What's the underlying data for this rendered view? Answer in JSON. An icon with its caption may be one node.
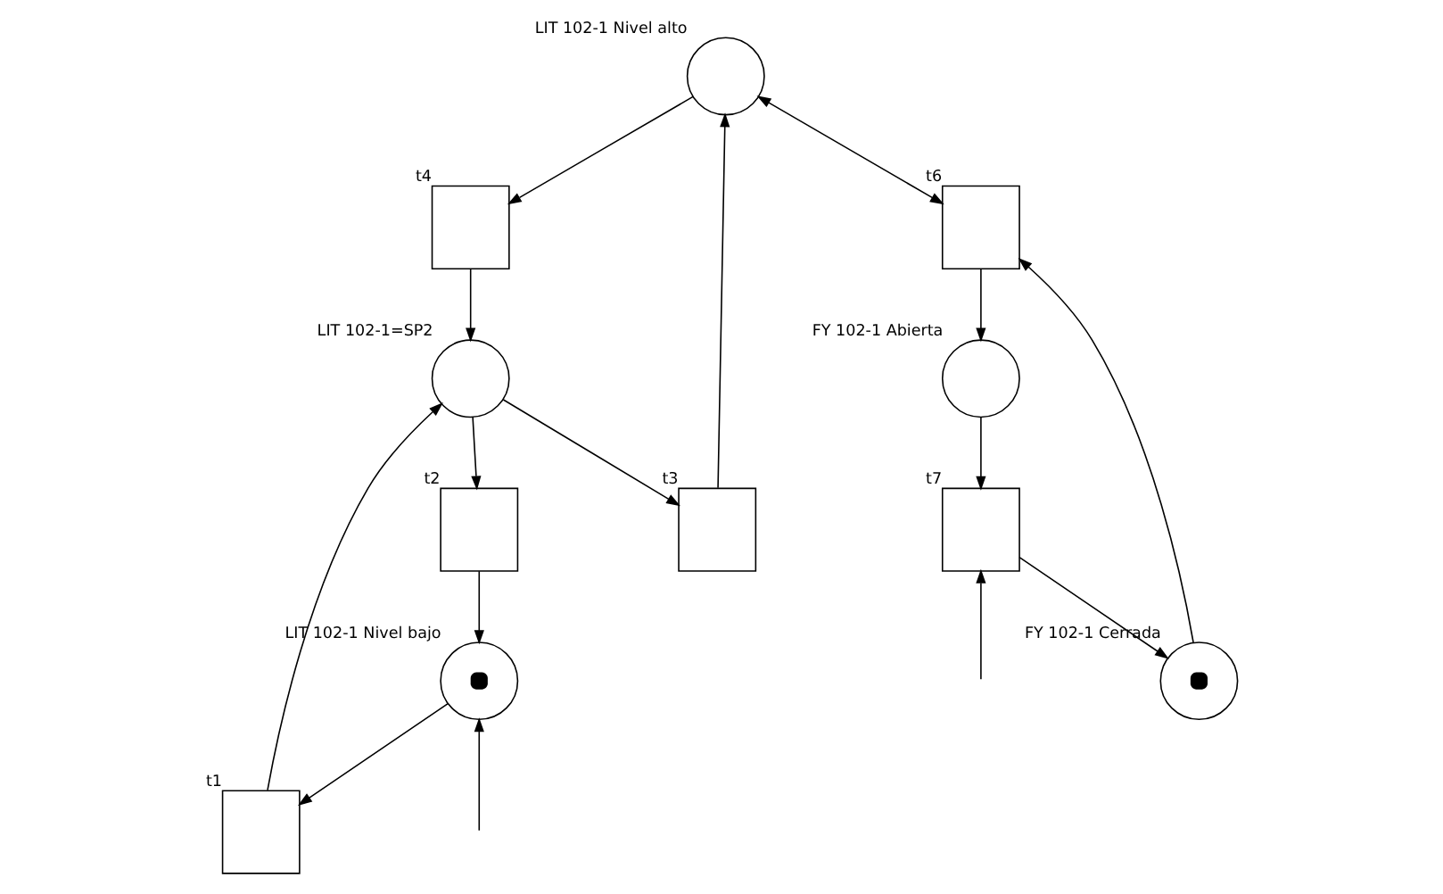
{
  "diagram": {
    "nodes": [
      {
        "text": [],
        "shape": "circle",
        "beside": [
          "LIT 102-1 Nivel alto"
        ]
      },
      {
        "text": [],
        "shape": "box",
        "beside": [
          "t3"
        ]
      },
      {
        "text": [],
        "shape": "box",
        "beside": [
          "t4"
        ]
      },
      {
        "text": [],
        "shape": "circle",
        "beside": [
          "FY 102-1 Abierta"
        ]
      },
      {
        "text": [],
        "shape": "circle",
        "beside": [
          "LIT 102-1=SP2"
        ]
      },
      {
        "text": [],
        "shape": "box",
        "beside": [
          "t1"
        ]
      },
      {
        "text": [],
        "shape": "box",
        "beside": [
          "t2"
        ]
      },
      {
        "text": [],
        "shape": "box",
        "beside": [
          "t6"
        ]
      },
      {
        "text": [],
        "shape": "box",
        "beside": [
          "t7"
        ]
      },
      {
        "text": [],
        "shape": "marked-circle",
        "beside": [
          "LIT 102-1 Nivel bajo"
        ]
      },
      {
        "text": [],
        "shape": "marked-circle",
        "beside": [
          "FY 102-1 Cerrada"
        ]
      }
    ],
    "edges": [
      {
        "from": 1,
        "to": 0,
        "arrow": "to"
      },
      {
        "from": 0,
        "to": 2,
        "arrow": "to"
      },
      {
        "from": 2,
        "to": 4,
        "arrow": "to"
      },
      {
        "from": 4,
        "to": 1,
        "arrow": "to"
      },
      {
        "from": 5,
        "to": 4,
        "arrow": "to"
      },
      {
        "from": 4,
        "to": 6,
        "arrow": "to"
      },
      {
        "from": 6,
        "to": 9,
        "arrow": "to"
      },
      {
        "from": 9,
        "to": 5,
        "arrow": "to"
      },
      {
        "from": 0,
        "to": 7,
        "arrow": "both"
      },
      {
        "from": 7,
        "to": 3,
        "arrow": "to"
      },
      {
        "from": 3,
        "to": 8,
        "arrow": "to"
      },
      {
        "from": 8,
        "to": 10,
        "arrow": "to"
      },
      {
        "from": 10,
        "to": 7,
        "arrow": "to"
      },
      {
        "from": null,
        "to": 9,
        "arrow": "to"
      },
      {
        "from": null,
        "to": 8,
        "arrow": "to"
      }
    ]
  }
}
